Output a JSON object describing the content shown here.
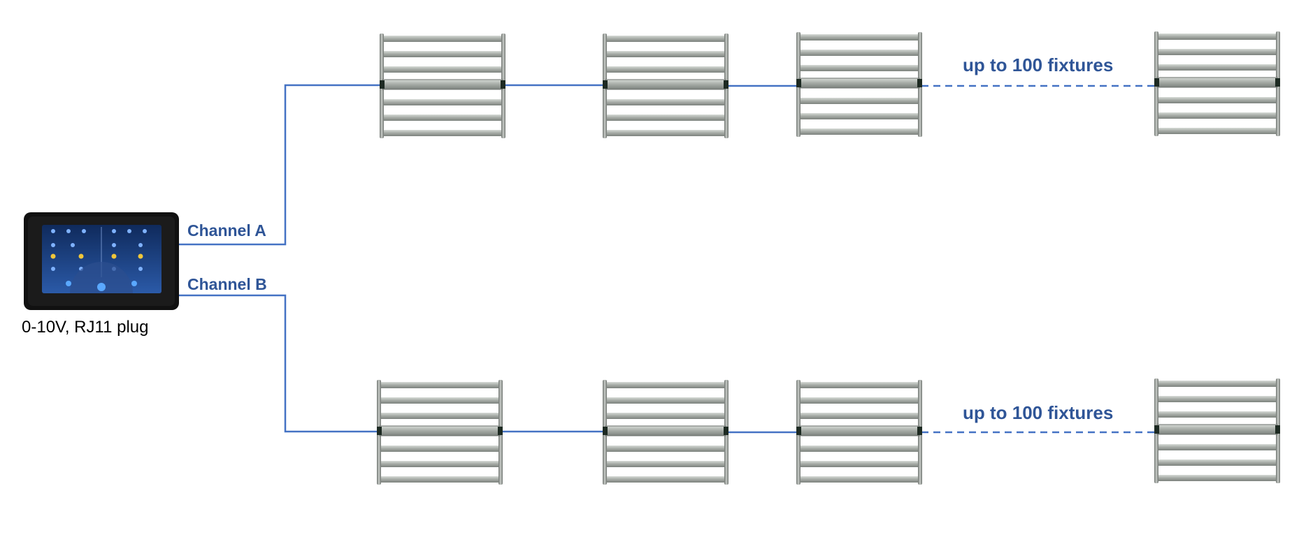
{
  "controller": {
    "caption": "0-10V, RJ11 plug",
    "icon": "touchscreen-controller-icon",
    "screen_color": "#1a3a78"
  },
  "channels": [
    {
      "label": "Channel A",
      "fixture_count_label": "up to 100 fixtures",
      "fixture_icons": 4
    },
    {
      "label": "Channel B",
      "fixture_count_label": "up to 100 fixtures",
      "fixture_icons": 4
    }
  ],
  "colors": {
    "wire": "#4472c4",
    "label": "#2f5597",
    "fixture_bar": "#9aa19c"
  }
}
